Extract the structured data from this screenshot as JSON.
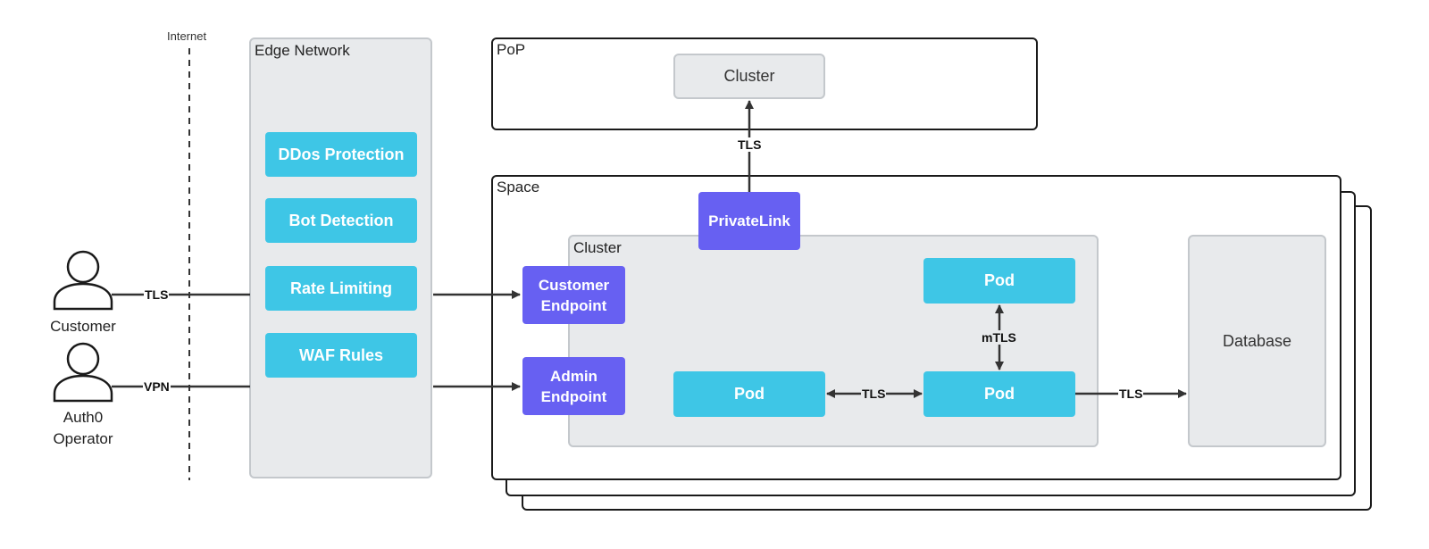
{
  "internet": {
    "label": "Internet"
  },
  "edge_network": {
    "title": "Edge Network",
    "items": [
      "DDos Protection",
      "Bot Detection",
      "Rate Limiting",
      "WAF Rules"
    ]
  },
  "pop": {
    "title": "PoP",
    "cluster_label": "Cluster"
  },
  "space": {
    "title": "Space",
    "private_link": "PrivateLink",
    "cluster_title": "Cluster",
    "customer_endpoint": "Customer\nEndpoint",
    "admin_endpoint": "Admin\nEndpoint",
    "pods": [
      "Pod",
      "Pod",
      "Pod"
    ],
    "database": "Database"
  },
  "actors": {
    "customer": "Customer",
    "operator": "Auth0\nOperator"
  },
  "edge_labels": {
    "customer_tls": "TLS",
    "operator_vpn": "VPN",
    "privatelink_tls": "TLS",
    "pod_mtls": "mTLS",
    "pod_tls": "TLS",
    "db_tls": "TLS"
  },
  "colors": {
    "service": "#3ec6e6",
    "endpoint": "#6760f2",
    "panel": "#e8eaec",
    "line": "#333333"
  }
}
